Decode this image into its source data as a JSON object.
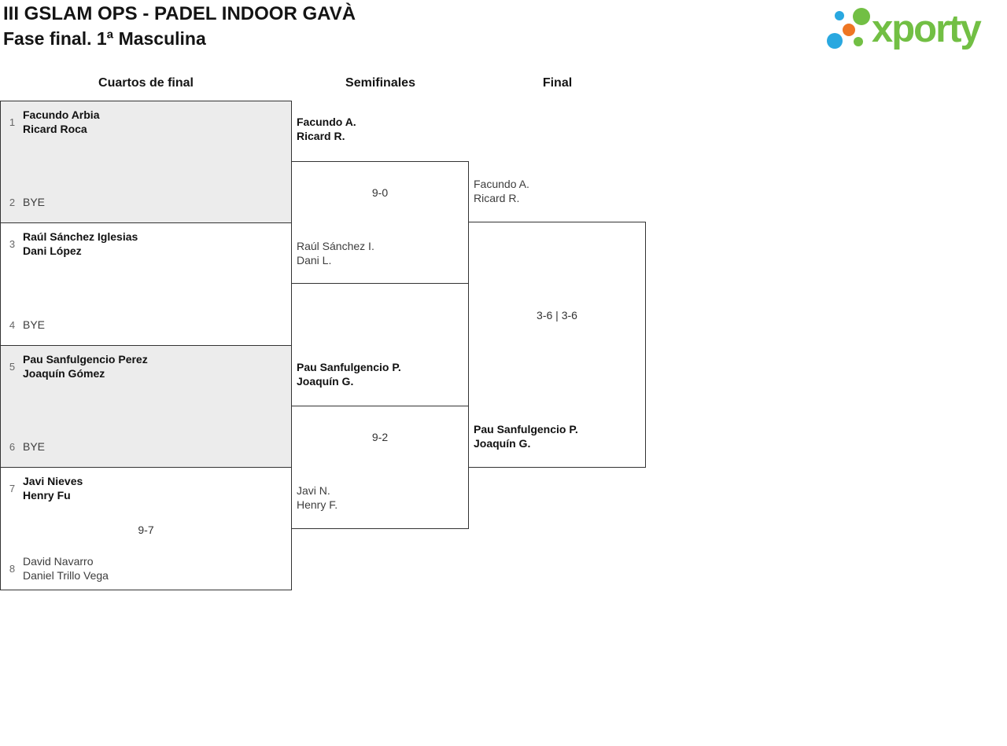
{
  "header": {
    "title": "III GSLAM OPS - PADEL INDOOR GAVÀ",
    "subtitle": "Fase final. 1ª Masculina"
  },
  "logo": {
    "brand": "xporty",
    "colors": {
      "green": "#72bf44",
      "blue": "#29a8e0",
      "orange": "#ee7623"
    }
  },
  "columns": [
    "Cuartos de final",
    "Semifinales",
    "Final"
  ],
  "qf": [
    {
      "seed1": "1",
      "p1a": "Facundo Arbia",
      "p1b": "Ricard Roca",
      "seed2": "2",
      "p2a": "BYE",
      "score": ""
    },
    {
      "seed1": "3",
      "p1a": "Raúl Sánchez Iglesias",
      "p1b": "Dani López",
      "seed2": "4",
      "p2a": "BYE",
      "score": ""
    },
    {
      "seed1": "5",
      "p1a": "Pau Sanfulgencio Perez",
      "p1b": "Joaquín Gómez",
      "seed2": "6",
      "p2a": "BYE",
      "score": ""
    },
    {
      "seed1": "7",
      "p1a": "Javi Nieves",
      "p1b": "Henry Fu",
      "seed2": "8",
      "p2a": "David Navarro",
      "p2b": "Daniel Trillo Vega",
      "score": "9-7"
    }
  ],
  "sf": [
    {
      "t1a": "Facundo A.",
      "t1b": "Ricard R.",
      "score": "9-0",
      "t2a": "Raúl Sánchez I.",
      "t2b": "Dani L."
    },
    {
      "t1a": "Pau Sanfulgencio P.",
      "t1b": "Joaquín G.",
      "score": "9-2",
      "t2a": "Javi N.",
      "t2b": "Henry F."
    }
  ],
  "final": {
    "t1a": "Facundo A.",
    "t1b": "Ricard R.",
    "score": "3-6 | 3-6",
    "t2a": "Pau Sanfulgencio P.",
    "t2b": "Joaquín G."
  }
}
